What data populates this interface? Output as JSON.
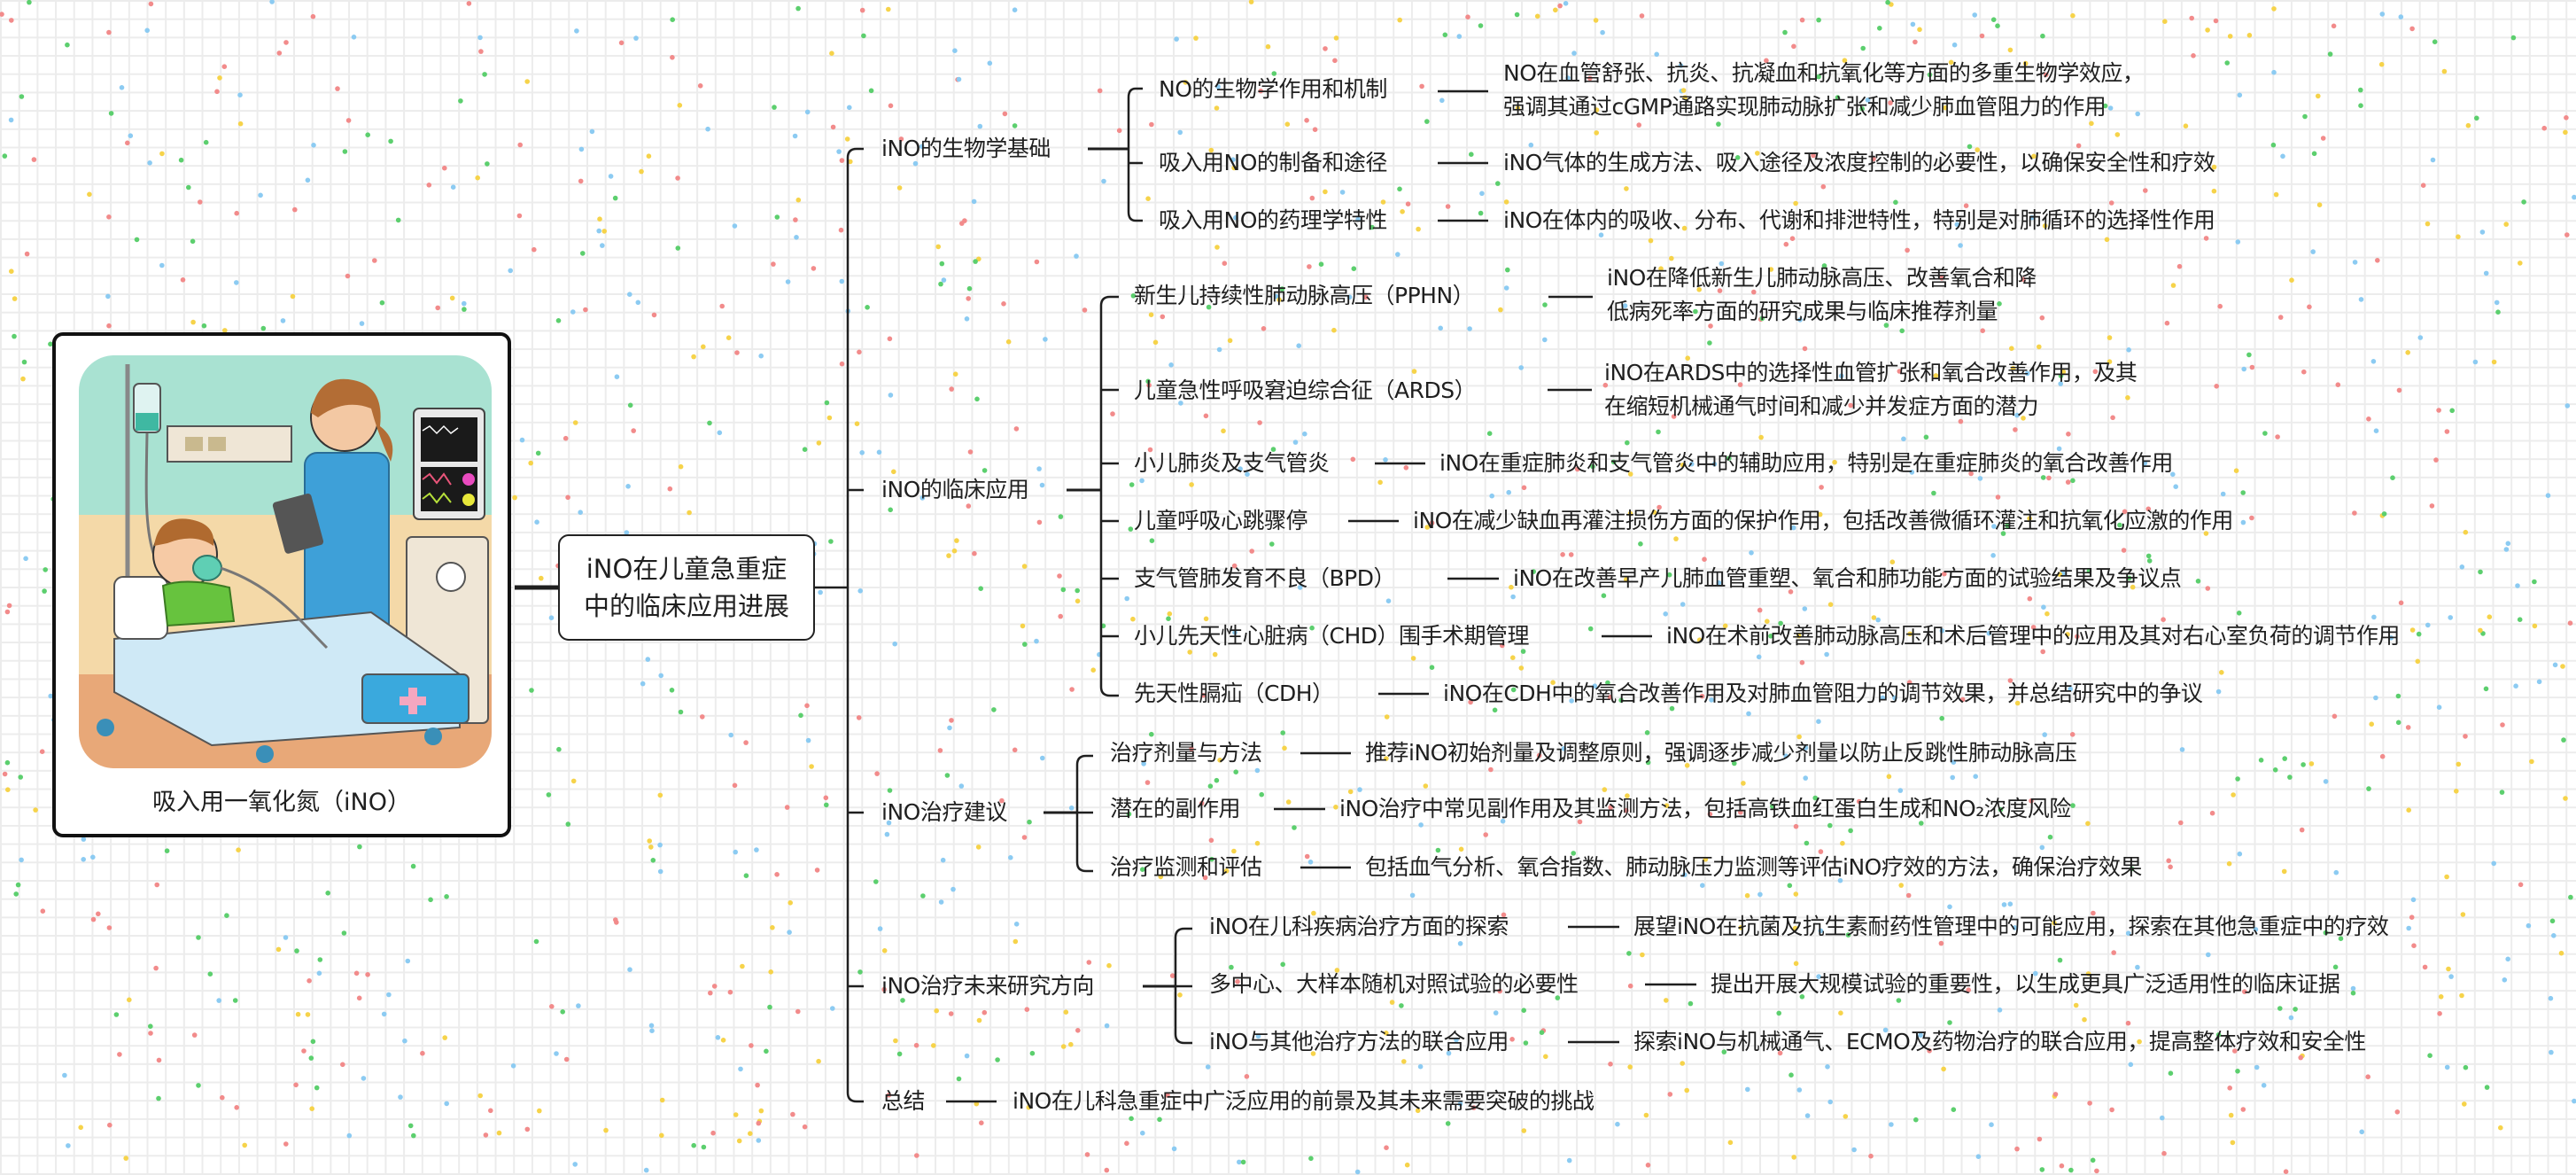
{
  "root": {
    "title_line1": "iNO在儿童急重症",
    "title_line2": "中的临床应用进展"
  },
  "image_card": {
    "caption": "吸入用一氧化氮（iNO）",
    "illustration": "nurse-and-child-with-oxygen-mask-illustration"
  },
  "branches": [
    {
      "label": "iNO的生物学基础",
      "children": [
        {
          "label": "NO的生物学作用和机制",
          "detail_line1": "NO在血管舒张、抗炎、抗凝血和抗氧化等方面的多重生物学效应，",
          "detail_line2": "强调其通过cGMP通路实现肺动脉扩张和减少肺血管阻力的作用"
        },
        {
          "label": "吸入用NO的制备和途径",
          "detail": "iNO气体的生成方法、吸入途径及浓度控制的必要性，以确保安全性和疗效"
        },
        {
          "label": "吸入用NO的药理学特性",
          "detail": "iNO在体内的吸收、分布、代谢和排泄特性，特别是对肺循环的选择性作用"
        }
      ]
    },
    {
      "label": "iNO的临床应用",
      "children": [
        {
          "label": "新生儿持续性肺动脉高压（PPHN）",
          "detail_line1": "iNO在降低新生儿肺动脉高压、改善氧合和降",
          "detail_line2": "低病死率方面的研究成果与临床推荐剂量"
        },
        {
          "label": "儿童急性呼吸窘迫综合征（ARDS）",
          "detail_line1": "iNO在ARDS中的选择性血管扩张和氧合改善作用，及其",
          "detail_line2": "在缩短机械通气时间和减少并发症方面的潜力"
        },
        {
          "label": "小儿肺炎及支气管炎",
          "detail": "iNO在重症肺炎和支气管炎中的辅助应用，特别是在重症肺炎的氧合改善作用"
        },
        {
          "label": "儿童呼吸心跳骤停",
          "detail": "iNO在减少缺血再灌注损伤方面的保护作用，包括改善微循环灌注和抗氧化应激的作用"
        },
        {
          "label": "支气管肺发育不良（BPD）",
          "detail": "iNO在改善早产儿肺血管重塑、氧合和肺功能方面的试验结果及争议点"
        },
        {
          "label": "小儿先天性心脏病（CHD）围手术期管理",
          "detail": "iNO在术前改善肺动脉高压和术后管理中的应用及其对右心室负荷的调节作用"
        },
        {
          "label": "先天性膈疝（CDH）",
          "detail": "iNO在CDH中的氧合改善作用及对肺血管阻力的调节效果，并总结研究中的争议"
        }
      ]
    },
    {
      "label": "iNO治疗建议",
      "children": [
        {
          "label": "治疗剂量与方法",
          "detail": "推荐iNO初始剂量及调整原则，强调逐步减少剂量以防止反跳性肺动脉高压"
        },
        {
          "label": "潜在的副作用",
          "detail": "iNO治疗中常见副作用及其监测方法，包括高铁血红蛋白生成和NO₂浓度风险"
        },
        {
          "label": "治疗监测和评估",
          "detail": "包括血气分析、氧合指数、肺动脉压力监测等评估iNO疗效的方法，确保治疗效果"
        }
      ]
    },
    {
      "label": "iNO治疗未来研究方向",
      "children": [
        {
          "label": "iNO在儿科疾病治疗方面的探索",
          "detail": "展望iNO在抗菌及抗生素耐药性管理中的可能应用，探索在其他急重症中的疗效"
        },
        {
          "label": "多中心、大样本随机对照试验的必要性",
          "detail": "提出开展大规模试验的重要性，以生成更具广泛适用性的临床证据"
        },
        {
          "label": "iNO与其他治疗方法的联合应用",
          "detail": "探索iNO与机械通气、ECMO及药物治疗的联合应用，提高整体疗效和安全性"
        }
      ]
    },
    {
      "label": "总结",
      "detail": "iNO在儿科急重症中广泛应用的前景及其未来需要突破的挑战"
    }
  ],
  "colors": {
    "text": "#1f1f1f",
    "line": "#1f1f1f",
    "grid": "#ececec",
    "dot_red": "#f28b8b",
    "dot_green": "#5ccf6e",
    "dot_yellow": "#f6d34a",
    "dot_blue": "#8ccbf2"
  }
}
